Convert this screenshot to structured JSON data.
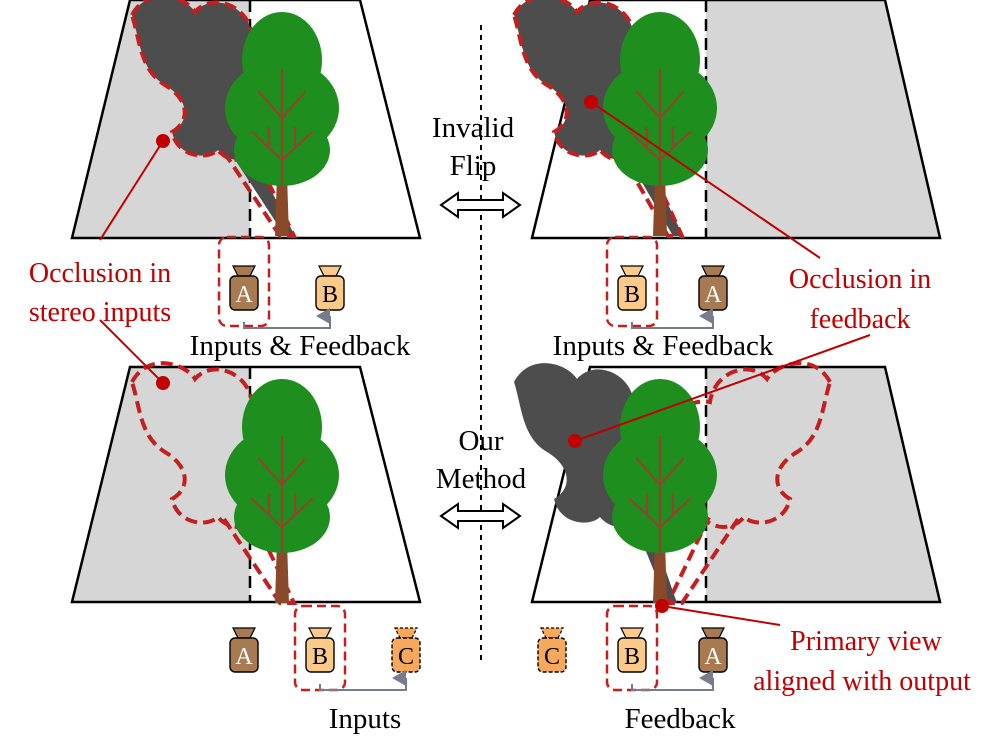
{
  "labels": {
    "invalid_flip_line1": "Invalid",
    "invalid_flip_line2": "Flip",
    "our_method_line1": "Our",
    "our_method_line2": "Method",
    "inputs_feedback_left": "Inputs & Feedback",
    "inputs_feedback_right": "Inputs & Feedback",
    "inputs": "Inputs",
    "feedback": "Feedback",
    "occlusion_stereo_line1": "Occlusion in",
    "occlusion_stereo_line2": "stereo inputs",
    "occlusion_feedback_line1": "Occlusion in",
    "occlusion_feedback_line2": "feedback",
    "primary_view_line1": "Primary view",
    "primary_view_line2": "aligned with output"
  },
  "cameras": {
    "top_left": [
      "A",
      "B"
    ],
    "top_right": [
      "B",
      "A"
    ],
    "bottom_left": [
      "A",
      "B",
      "C"
    ],
    "bottom_right": [
      "C",
      "B",
      "A"
    ]
  },
  "colors": {
    "tree_green": "#1e8e1e",
    "trunk_brown": "#8a4a2a",
    "shadow_dark": "#4d4d4d",
    "ground_gray": "#d6d6d6",
    "annotation_red": "#c00000",
    "cam_dark": "#a87a52",
    "cam_light": "#fbc98a",
    "cam_orange": "#f6a95c"
  }
}
